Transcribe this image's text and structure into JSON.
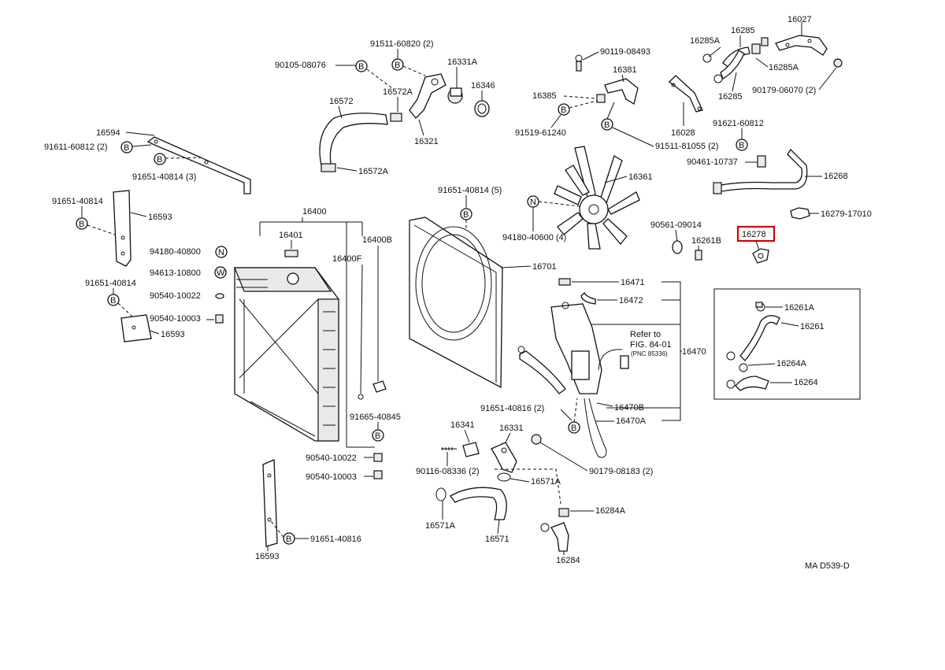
{
  "diagram": {
    "code": "MA D539-D",
    "highlighted_part": "16278",
    "labels": {
      "p16027": "16027",
      "p16285_top": "16285",
      "p16285A_top": "16285A",
      "p16285A_right": "16285A",
      "p16285_bottom": "16285",
      "p90179_06070": "90179-06070 (2)",
      "p90119_08493": "90119-08493",
      "p16381": "16381",
      "p16385": "16385",
      "p91519_61240": "91519-61240",
      "p91511_81055": "91511-81055 (2)",
      "p16028": "16028",
      "p91621_60812": "91621-60812",
      "p90461_10737": "90461-10737",
      "p16268": "16268",
      "p16279_17010": "16279-17010",
      "p91511_60820": "91511-60820 (2)",
      "p90105_08076": "90105-08076",
      "p16331A": "16331A",
      "p16346": "16346",
      "p16572": "16572",
      "p16572A_top": "16572A",
      "p16572A_bottom": "16572A",
      "p16321": "16321",
      "p16594": "16594",
      "p91611_60812": "91611-60812 (2)",
      "p91651_40814_3": "91651-40814 (3)",
      "p16361": "16361",
      "p94180_40600": "94180-40600 (4)",
      "p91651_40814_5": "91651-40814 (5)",
      "p90561_09014": "90561-09014",
      "p16261B": "16261B",
      "p16278": "16278",
      "p91651_40814_left": "91651-40814",
      "p16593_top": "16593",
      "p94180_40800": "94180-40800",
      "p94613_10800": "94613-10800",
      "p91651_40814_mid": "91651-40814",
      "p90540_10022_left": "90540-10022",
      "p90540_10003_left": "90540-10003",
      "p16593_mid": "16593",
      "p16400": "16400",
      "p16401": "16401",
      "p16400B": "16400B",
      "p16400F": "16400F",
      "p16701": "16701",
      "p16471": "16471",
      "p16472": "16472",
      "refer_line1": "Refer to",
      "refer_line2": "FIG. 84-01",
      "refer_line3": "(PNC 85336)",
      "p16470": "16470",
      "p16470B": "16470B",
      "p16470A": "16470A",
      "p16261A": "16261A",
      "p16261": "16261",
      "p16264A": "16264A",
      "p16264": "16264",
      "p91651_40816_2": "91651-40816 (2)",
      "p16341": "16341",
      "p16331": "16331",
      "p90116_08336": "90116-08336 (2)",
      "p90179_08183": "90179-08183 (2)",
      "p16571A_right": "16571A",
      "p16571A_left": "16571A",
      "p16571": "16571",
      "p16284A": "16284A",
      "p16284": "16284",
      "p91665_40845": "91665-40845",
      "p90540_10022_right": "90540-10022",
      "p90540_10003_right": "90540-10003",
      "p91651_40816_bottom": "91651-40816",
      "p16593_bottom": "16593"
    },
    "symbols": {
      "B": "B",
      "N": "N",
      "W": "W"
    }
  }
}
